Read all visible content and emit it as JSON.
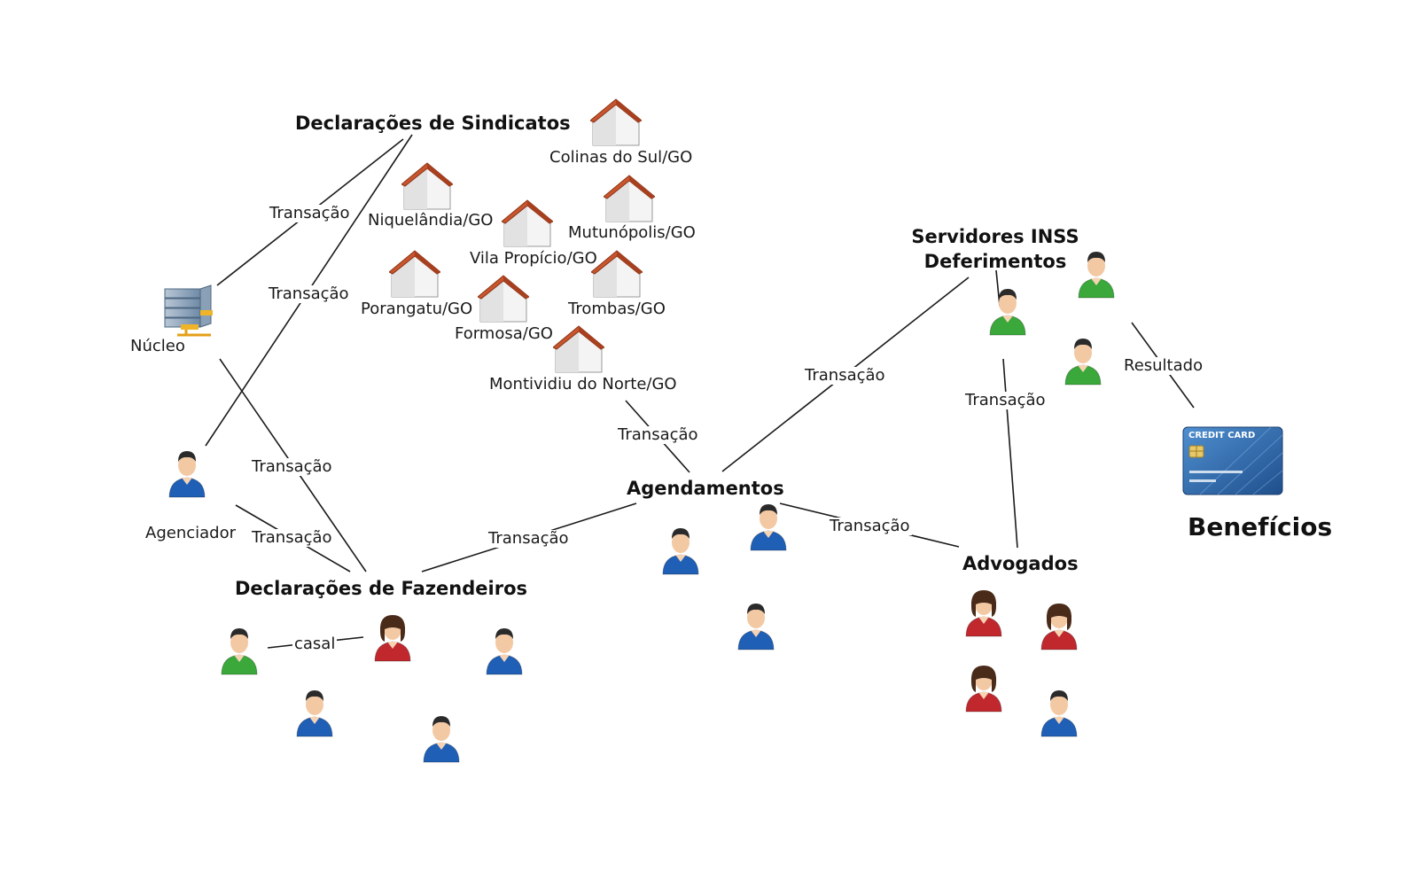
{
  "groups": {
    "sindicatos": "Declarações de Sindicatos",
    "fazendeiros": "Declarações de Fazendeiros",
    "agendamentos": "Agendamentos",
    "servidores_line1": "Servidores INSS",
    "servidores_line2": "Deferimentos",
    "advogados": "Advogados",
    "beneficios": "Benefícios"
  },
  "nodes": {
    "nucleo": "Núcleo",
    "agenciador": "Agenciador"
  },
  "cities": [
    "Colinas do Sul/GO",
    "Niquelândia/GO",
    "Mutunópolis/GO",
    "Vila Propício/GO",
    "Porangatu/GO",
    "Trombas/GO",
    "Formosa/GO",
    "Montividiu do Norte/GO"
  ],
  "edge_labels": {
    "transacao": "Transação",
    "resultado": "Resultado",
    "casal": "casal"
  },
  "card": {
    "caption": "CREDIT CARD"
  },
  "colors": {
    "blue_person": "#1f5fb5",
    "green_person": "#3aa83a",
    "red_person": "#c0282e",
    "roof": "#c8552d"
  }
}
